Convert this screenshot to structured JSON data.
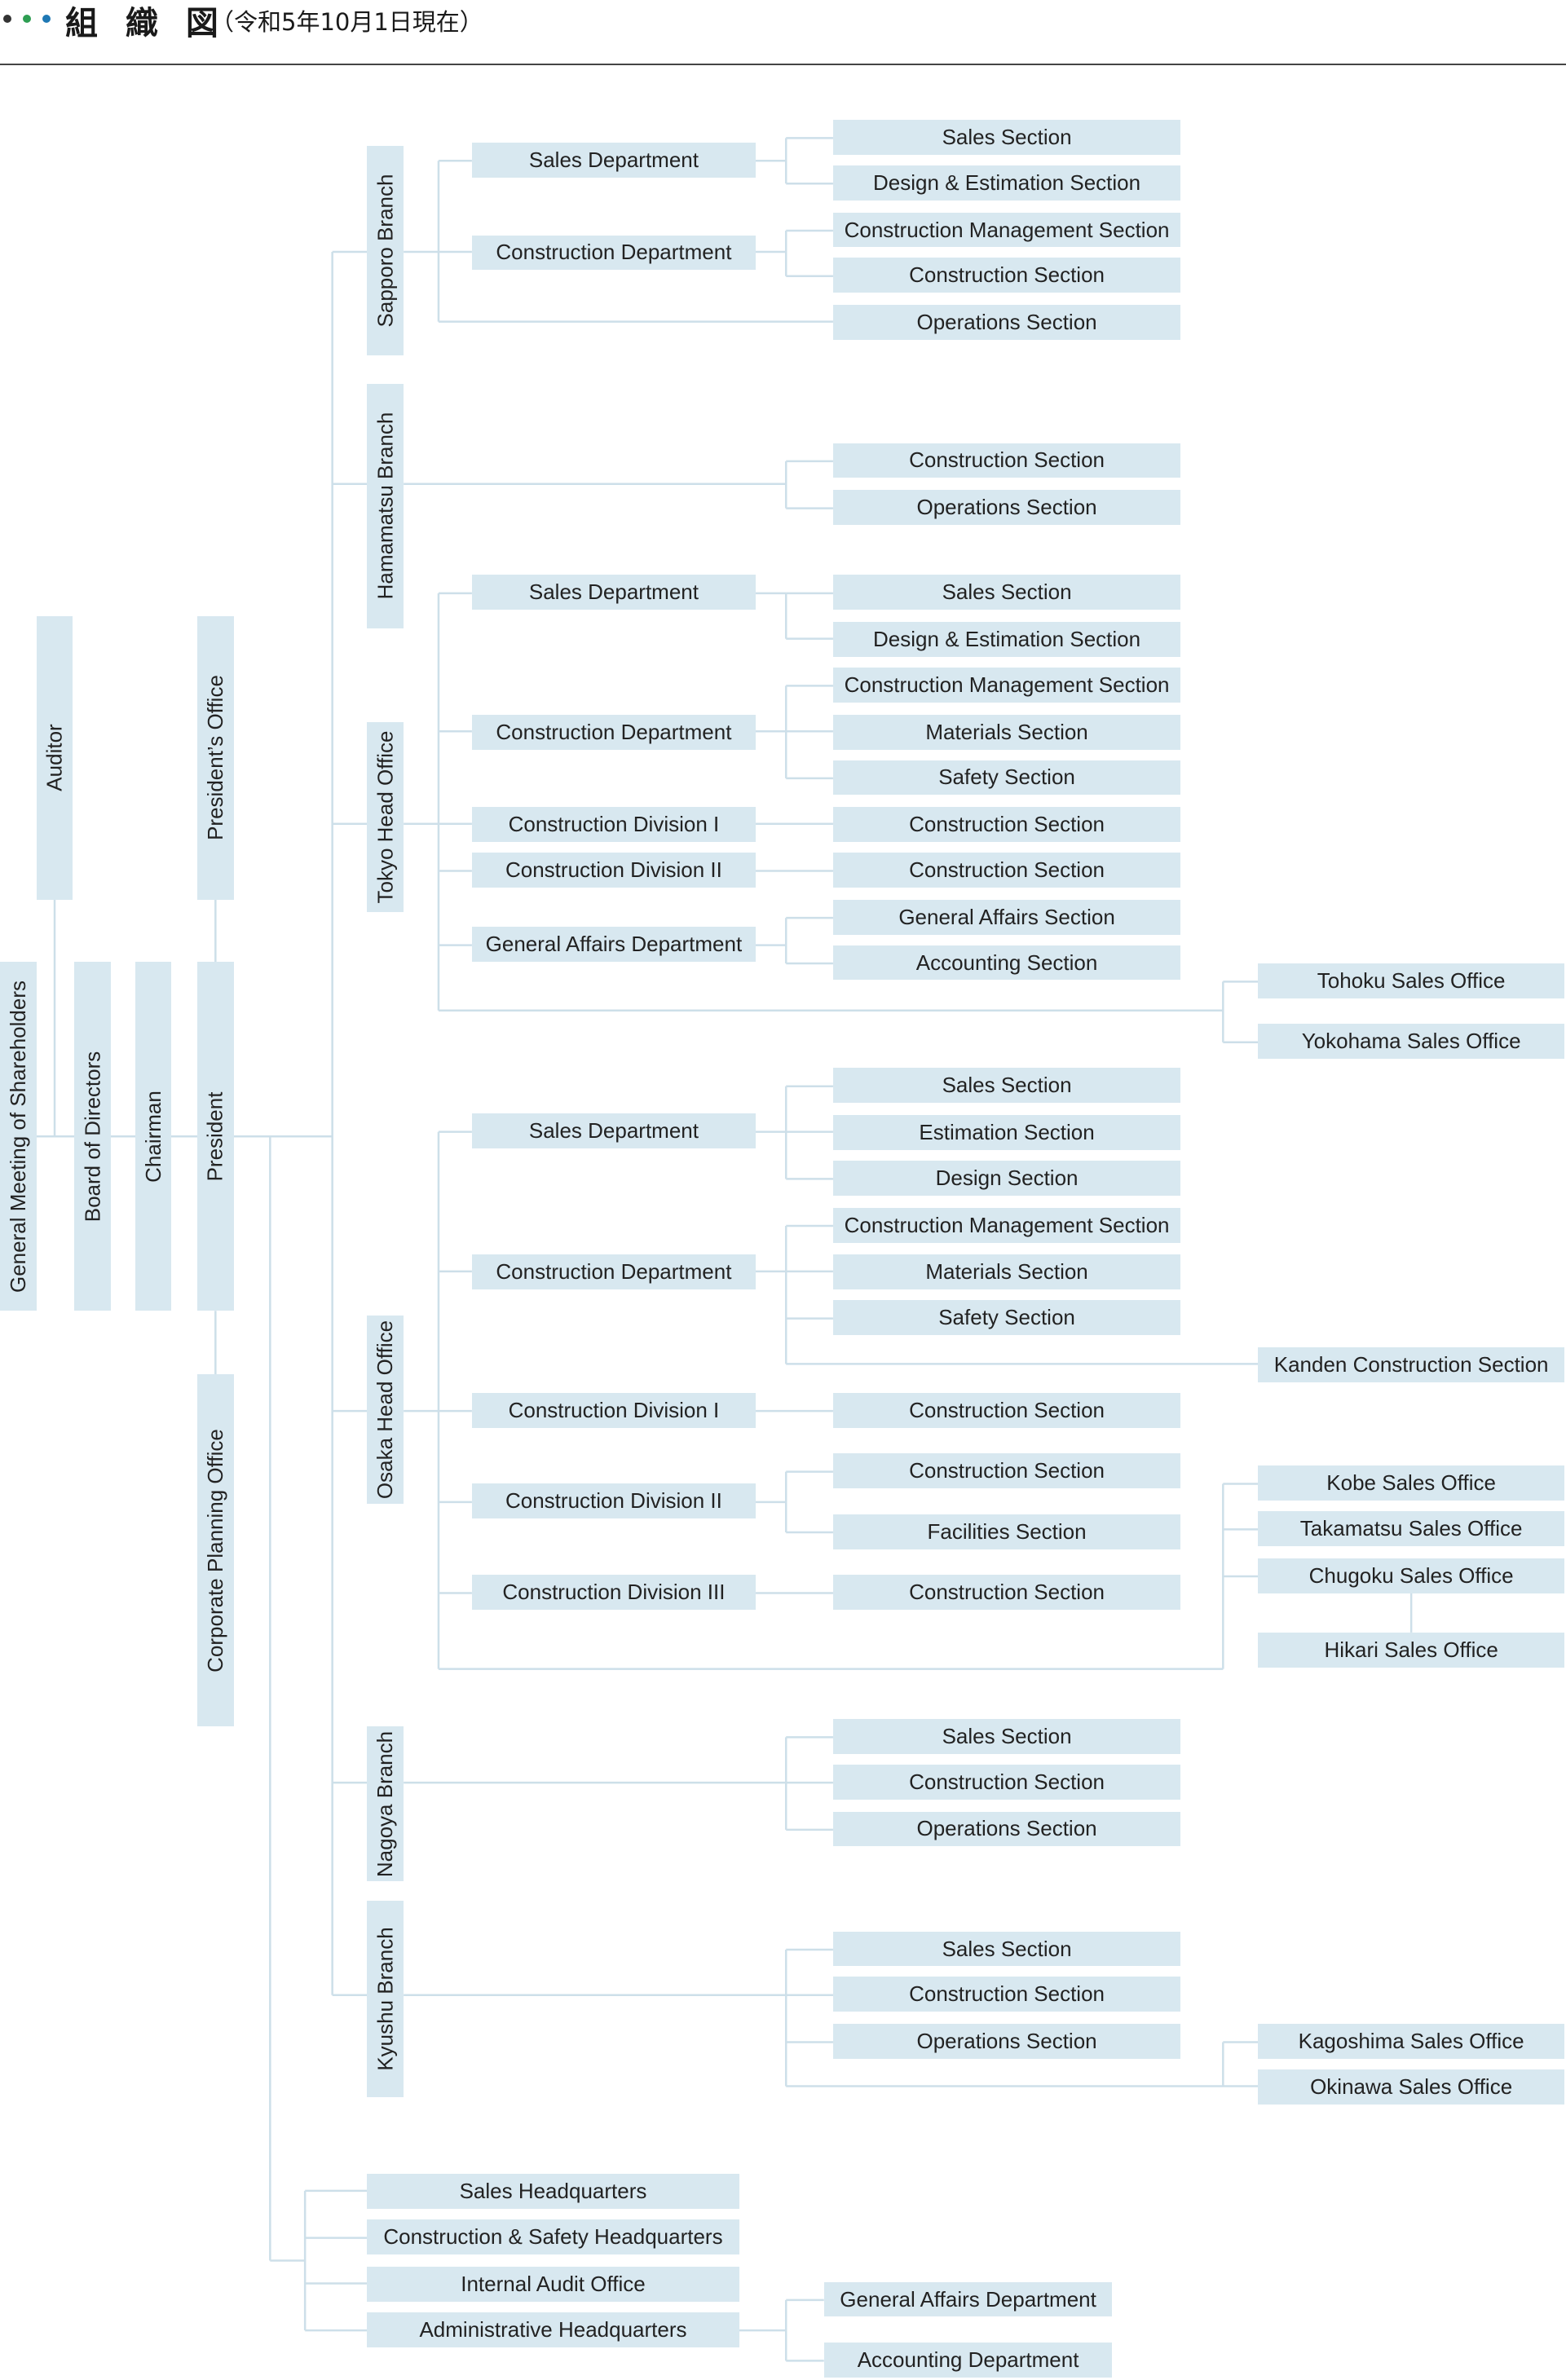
{
  "header": {
    "title": "組 織 図",
    "subtitle": "（令和5年10月1日現在）",
    "dot_colors": [
      "#333333",
      "#2e9e52",
      "#1e78b4"
    ]
  },
  "colors": {
    "box_fill": "#d8e8f0",
    "line": "#cddfe9"
  },
  "top": {
    "shareholders": "General Meeting of Shareholders",
    "board": "Board of Directors",
    "auditor": "Auditor",
    "chairman": "Chairman",
    "presidents_office": "President’s Office",
    "president": "President",
    "corporate_planning": "Corporate Planning Office"
  },
  "branches": {
    "sapporo": {
      "name": "Sapporo Branch",
      "sales_dept": "Sales Department",
      "sales_section": "Sales Section",
      "design_estimation": "Design & Estimation Section",
      "construction_dept": "Construction Department",
      "construction_mgmt": "Construction Management Section",
      "construction_section": "Construction Section",
      "operations": "Operations Section"
    },
    "hamamatsu": {
      "name": "Hamamatsu Branch",
      "construction_section": "Construction Section",
      "operations": "Operations Section"
    },
    "tokyo": {
      "name": "Tokyo Head Office",
      "sales_dept": "Sales Department",
      "sales_section": "Sales Section",
      "design_estimation": "Design & Estimation Section",
      "construction_dept": "Construction Department",
      "construction_mgmt": "Construction Management Section",
      "materials": "Materials Section",
      "safety": "Safety Section",
      "div1": "Construction Division I",
      "div1_section": "Construction Section",
      "div2": "Construction Division II",
      "div2_section": "Construction Section",
      "ga_dept": "General Affairs Department",
      "ga_section": "General Affairs Section",
      "accounting": "Accounting Section",
      "tohoku": "Tohoku Sales Office",
      "yokohama": "Yokohama Sales Office"
    },
    "osaka": {
      "name": "Osaka Head Office",
      "sales_dept": "Sales Department",
      "sales_section": "Sales Section",
      "estimation": "Estimation Section",
      "design": "Design Section",
      "construction_dept": "Construction Department",
      "construction_mgmt": "Construction Management Section",
      "materials": "Materials Section",
      "safety": "Safety Section",
      "kanden": "Kanden Construction Section",
      "div1": "Construction Division I",
      "div1_section": "Construction Section",
      "div2": "Construction Division II",
      "div2_section": "Construction Section",
      "facilities": "Facilities Section",
      "div3": "Construction Division III",
      "div3_section": "Construction Section",
      "kobe": "Kobe Sales Office",
      "takamatsu": "Takamatsu Sales Office",
      "chugoku": "Chugoku Sales Office",
      "hikari": "Hikari Sales Office"
    },
    "nagoya": {
      "name": "Nagoya Branch",
      "sales_section": "Sales Section",
      "construction_section": "Construction Section",
      "operations": "Operations Section"
    },
    "kyushu": {
      "name": "Kyushu Branch",
      "sales_section": "Sales Section",
      "construction_section": "Construction Section",
      "operations": "Operations Section",
      "kagoshima": "Kagoshima Sales Office",
      "okinawa": "Okinawa Sales Office"
    }
  },
  "headquarters": {
    "sales_hq": "Sales Headquarters",
    "construction_safety_hq": "Construction & Safety Headquarters",
    "internal_audit": "Internal Audit Office",
    "admin_hq": "Administrative Headquarters",
    "ga_dept": "General Affairs Department",
    "accounting_dept": "Accounting Department"
  }
}
